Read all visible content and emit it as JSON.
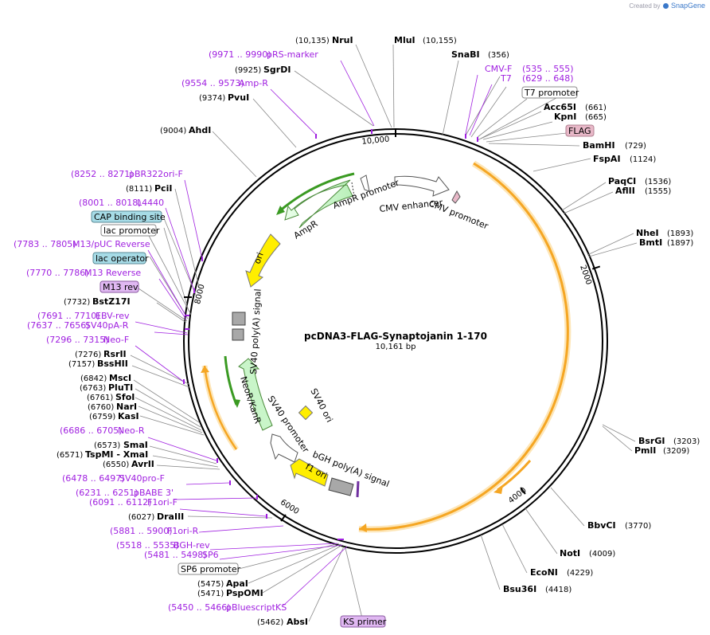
{
  "credit": {
    "prefix": "Created by",
    "brand": "SnapGene"
  },
  "plasmid": {
    "name": "pcDNA3-FLAG-Synaptojanin 1-170",
    "size": "10,161 bp",
    "length": 10161
  },
  "ticks": [
    {
      "pos": 2000,
      "label": "2000"
    },
    {
      "pos": 4000,
      "label": "4000"
    },
    {
      "pos": 6000,
      "label": "6000"
    },
    {
      "pos": 8000,
      "label": "8000"
    },
    {
      "pos": 10000,
      "label": "10,000"
    }
  ],
  "top_sites": [
    {
      "name": "NruI",
      "pos": "(10,135)"
    },
    {
      "name": "MluI",
      "pos": "(10,155)"
    }
  ],
  "right_sites": [
    {
      "name": "SnaBI",
      "pos": "(356)"
    },
    {
      "name": "Acc65I",
      "pos": "(661)"
    },
    {
      "name": "KpnI",
      "pos": "(665)"
    },
    {
      "name": "BamHI",
      "pos": "(729)"
    },
    {
      "name": "FspAI",
      "pos": "(1124)"
    },
    {
      "name": "PaqCI",
      "pos": "(1536)"
    },
    {
      "name": "AflII",
      "pos": "(1555)"
    },
    {
      "name": "NheI",
      "pos": "(1893)"
    },
    {
      "name": "BmtI",
      "pos": "(1897)"
    },
    {
      "name": "BsrGI",
      "pos": "(3203)"
    },
    {
      "name": "PmlI",
      "pos": "(3209)"
    },
    {
      "name": "BbvCI",
      "pos": "(3770)"
    },
    {
      "name": "NotI",
      "pos": "(4009)"
    },
    {
      "name": "EcoNI",
      "pos": "(4229)"
    },
    {
      "name": "Bsu36I",
      "pos": "(4418)"
    }
  ],
  "right_primers": [
    {
      "name": "CMV-F",
      "pos": "(535 .. 555)"
    },
    {
      "name": "T7",
      "pos": "(629 .. 648)"
    }
  ],
  "right_boxes": [
    {
      "name": "T7 promoter"
    },
    {
      "name": "FLAG"
    }
  ],
  "left_sites": [
    {
      "name": "SgrDI",
      "pos": "(9925)"
    },
    {
      "name": "PvuI",
      "pos": "(9374)"
    },
    {
      "name": "AhdI",
      "pos": "(9004)"
    },
    {
      "name": "PciI",
      "pos": "(8111)"
    },
    {
      "name": "BstZ17I",
      "pos": "(7732)"
    },
    {
      "name": "RsrII",
      "pos": "(7276)"
    },
    {
      "name": "BssHII",
      "pos": "(7157)"
    },
    {
      "name": "MscI",
      "pos": "(6842)"
    },
    {
      "name": "PluTI",
      "pos": "(6763)"
    },
    {
      "name": "SfoI",
      "pos": "(6761)"
    },
    {
      "name": "NarI",
      "pos": "(6760)"
    },
    {
      "name": "KasI",
      "pos": "(6759)"
    },
    {
      "name": "SmaI",
      "pos": "(6573)"
    },
    {
      "name": "TspMI - XmaI",
      "pos": "(6571)"
    },
    {
      "name": "AvrII",
      "pos": "(6550)"
    },
    {
      "name": "DraIII",
      "pos": "(6027)"
    },
    {
      "name": "ApaI",
      "pos": "(5475)"
    },
    {
      "name": "PspOMI",
      "pos": "(5471)"
    },
    {
      "name": "AbsI",
      "pos": "(5462)"
    }
  ],
  "left_primers": [
    {
      "name": "pRS-marker",
      "pos": "(9971 .. 9990)"
    },
    {
      "name": "Amp-R",
      "pos": "(9554 .. 9573)"
    },
    {
      "name": "pBR322ori-F",
      "pos": "(8252 .. 8271)"
    },
    {
      "name": "L4440",
      "pos": "(8001 .. 8018)"
    },
    {
      "name": "M13/pUC Reverse",
      "pos": "(7783 .. 7805)"
    },
    {
      "name": "M13 Reverse",
      "pos": "(7770 .. 7786)"
    },
    {
      "name": "EBV-rev",
      "pos": "(7691 .. 7710)"
    },
    {
      "name": "SV40pA-R",
      "pos": "(7637 .. 7656)"
    },
    {
      "name": "Neo-F",
      "pos": "(7296 .. 7315)"
    },
    {
      "name": "Neo-R",
      "pos": "(6686 .. 6705)"
    },
    {
      "name": "SV40pro-F",
      "pos": "(6478 .. 6497)"
    },
    {
      "name": "pBABE 3'",
      "pos": "(6231 .. 6251)"
    },
    {
      "name": "F1ori-F",
      "pos": "(6091 .. 6112)"
    },
    {
      "name": "F1ori-R",
      "pos": "(5881 .. 5900)"
    },
    {
      "name": "BGH-rev",
      "pos": "(5518 .. 5535)"
    },
    {
      "name": "SP6",
      "pos": "(5481 .. 5498)"
    },
    {
      "name": "pBluescriptKS",
      "pos": "(5450 .. 5466)"
    }
  ],
  "left_boxes": [
    {
      "name": "CAP binding site"
    },
    {
      "name": "lac promoter"
    },
    {
      "name": "lac operator"
    },
    {
      "name": "M13 rev"
    },
    {
      "name": "SP6 promoter"
    },
    {
      "name": "KS primer"
    }
  ],
  "features": [
    {
      "name": "AmpR promoter"
    },
    {
      "name": "CMV enhancer"
    },
    {
      "name": "CMV promoter"
    },
    {
      "name": "AmpR"
    },
    {
      "name": "ori"
    },
    {
      "name": "SV40 poly(A) signal"
    },
    {
      "name": "NeoR/KanR"
    },
    {
      "name": "SV40 ori"
    },
    {
      "name": "SV40 promoter"
    },
    {
      "name": "f1 ori"
    },
    {
      "name": "bGH poly(A) signal"
    }
  ],
  "colors": {
    "backbone": "#000000",
    "insert": "#f5a623",
    "primer": "#a020e0",
    "promoter": "#ffffff",
    "amp": "#c9f5c9",
    "ori": "#ffee00",
    "polya": "#a8a8a8",
    "tag": "#e8b8c8",
    "cap": "#a6dbe6",
    "m13": "#e0b8f2"
  }
}
